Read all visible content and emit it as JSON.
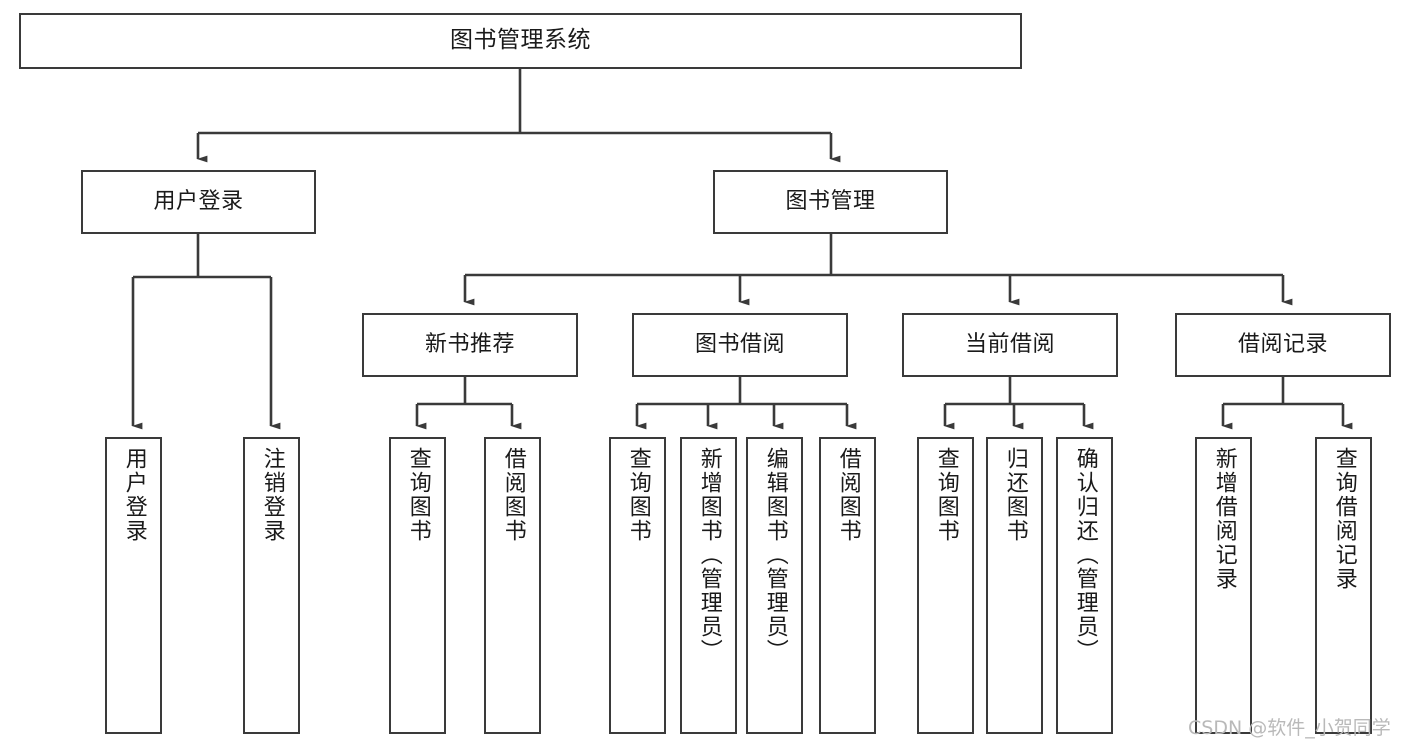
{
  "diagram": {
    "title": "图书管理系统",
    "type": "hierarchy-tree",
    "watermark": "CSDN @软件_小贺同学",
    "colors": {
      "box_border": "#3a3a3a",
      "box_fill": "#ffffff",
      "edge": "#3a3a3a",
      "text": "#1a1a1a",
      "watermark": "#b9b9b9",
      "background": "#ffffff"
    },
    "nodes": {
      "root": {
        "label": "图书管理系统"
      },
      "level2": [
        {
          "id": "user-login",
          "label": "用户登录"
        },
        {
          "id": "book-manage",
          "label": "图书管理"
        }
      ],
      "level3": [
        {
          "id": "new-book-recommend",
          "label": "新书推荐"
        },
        {
          "id": "book-borrow",
          "label": "图书借阅"
        },
        {
          "id": "current-borrow",
          "label": "当前借阅"
        },
        {
          "id": "borrow-record",
          "label": "借阅记录"
        }
      ],
      "leaves": {
        "user_login": [
          {
            "id": "leaf-user-login",
            "label": "用户登录"
          },
          {
            "id": "leaf-logout-login",
            "label": "注销登录"
          }
        ],
        "new_book_recommend": [
          {
            "id": "leaf-query-book-1",
            "label": "查询图书"
          },
          {
            "id": "leaf-borrow-book-1",
            "label": "借阅图书"
          }
        ],
        "book_borrow": [
          {
            "id": "leaf-query-book-2",
            "label": "查询图书"
          },
          {
            "id": "leaf-add-book",
            "label": "新增图书（管理员）"
          },
          {
            "id": "leaf-edit-book",
            "label": "编辑图书（管理员）"
          },
          {
            "id": "leaf-borrow-book-2",
            "label": "借阅图书"
          }
        ],
        "current_borrow": [
          {
            "id": "leaf-query-book-3",
            "label": "查询图书"
          },
          {
            "id": "leaf-return-book",
            "label": "归还图书"
          },
          {
            "id": "leaf-confirm-return",
            "label": "确认归还（管理员）"
          }
        ],
        "borrow_record": [
          {
            "id": "leaf-add-record",
            "label": "新增借阅记录"
          },
          {
            "id": "leaf-query-record",
            "label": "查询借阅记录"
          }
        ]
      }
    }
  }
}
